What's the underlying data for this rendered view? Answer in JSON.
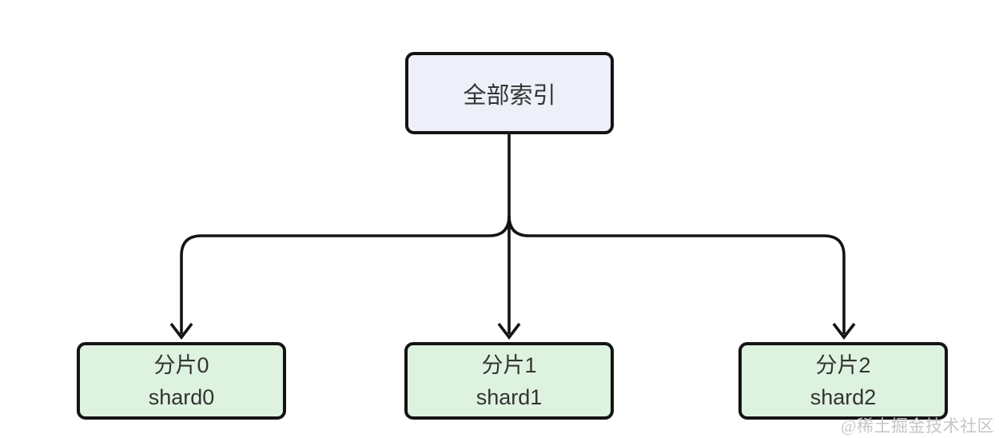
{
  "diagram": {
    "root": {
      "label": "全部索引"
    },
    "shards": [
      {
        "title": "分片0",
        "subtitle": "shard0"
      },
      {
        "title": "分片1",
        "subtitle": "shard1"
      },
      {
        "title": "分片2",
        "subtitle": "shard2"
      }
    ],
    "watermark": "@稀土掘金技术社区",
    "colors": {
      "background": "#ffffff",
      "root_fill": "#eef0f9",
      "shard_fill": "#def2e0",
      "border": "#141414",
      "edge": "#141414",
      "text": "#333333",
      "watermark": "#c6c6c6"
    }
  }
}
